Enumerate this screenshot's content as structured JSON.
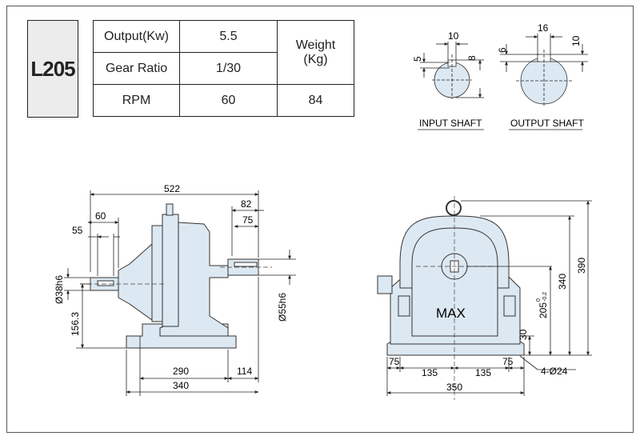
{
  "model": "L205",
  "specs": {
    "output_label": "Output(Kw)",
    "output_value": "5.5",
    "gear_ratio_label": "Gear  Ratio",
    "gear_ratio_value": "1/30",
    "rpm_label": "RPM",
    "rpm_value": "60",
    "weight_label_1": "Weight",
    "weight_label_2": "(Kg)",
    "weight_value": "84"
  },
  "shafts": {
    "input_label": "INPUT SHAFT",
    "input_key_width": "10",
    "input_key_depth": "5",
    "input_key_height": "8",
    "output_label": "OUTPUT SHAFT",
    "output_key_width": "16",
    "output_key_depth": "6",
    "output_key_height": "10"
  },
  "side_view": {
    "overall_length": "522",
    "out_shaft_len": "82",
    "out_shaft_key": "75",
    "in_shaft_len": "60",
    "in_shaft_key": "55",
    "in_dia": "Ø38h6",
    "out_dia": "Ø55h6",
    "center_height": "156.3",
    "base_inner": "290",
    "base_offset": "114",
    "base_overall": "340"
  },
  "front_view": {
    "label_max": "MAX",
    "overall_height": "390",
    "body_height": "340",
    "shaft_height": "205",
    "shaft_tol_upper": "0",
    "shaft_tol_lower": "-0.2",
    "base_thickness": "30",
    "edge_left": "75",
    "half_left": "135",
    "half_right": "135",
    "edge_right": "75",
    "bolt_holes": "4-Ø24",
    "overall_width": "350"
  }
}
